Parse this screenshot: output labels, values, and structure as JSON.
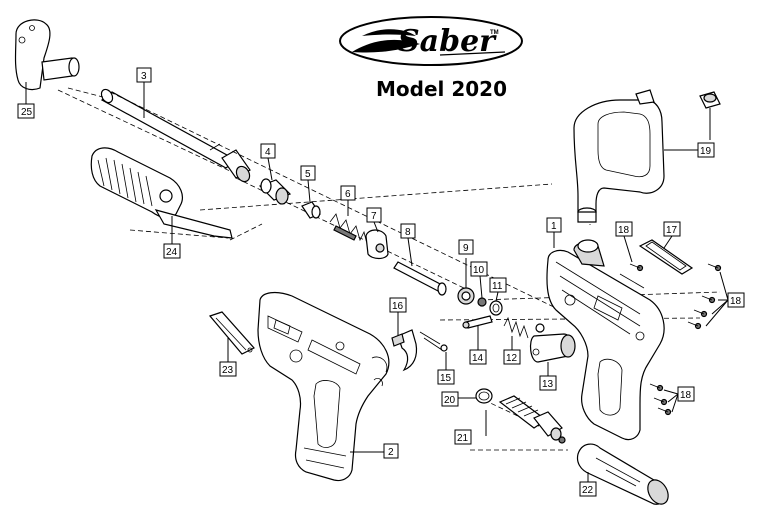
{
  "header": {
    "brand": "Saber",
    "trademark": "TM",
    "model": "Model 2020"
  },
  "callouts": [
    "1",
    "2",
    "3",
    "4",
    "5",
    "6",
    "7",
    "8",
    "9",
    "10",
    "11",
    "12",
    "13",
    "14",
    "15",
    "16",
    "17",
    "18",
    "19",
    "20",
    "21",
    "22",
    "23",
    "24",
    "25"
  ],
  "colors": {
    "line": "#000000",
    "part_shade": "#d9d9d9",
    "dark_shade": "#777777",
    "background": "#ffffff"
  }
}
